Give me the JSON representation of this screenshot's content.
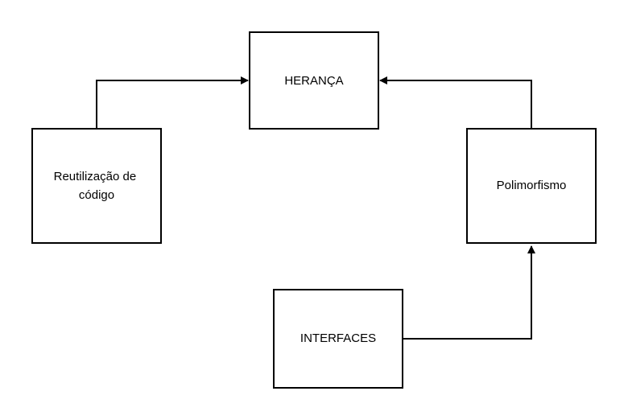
{
  "diagram": {
    "nodes": {
      "heranca": {
        "label": "HERANÇA"
      },
      "reutilizacao": {
        "label_lines": [
          "Reutilização de",
          "código"
        ]
      },
      "polimorfismo": {
        "label": "Polimorfismo"
      },
      "interfaces": {
        "label": "INTERFACES"
      }
    },
    "edges": [
      {
        "from": "reutilizacao",
        "to": "heranca"
      },
      {
        "from": "polimorfismo",
        "to": "heranca"
      },
      {
        "from": "interfaces",
        "to": "polimorfismo"
      }
    ],
    "colors": {
      "stroke": "#000000",
      "fill": "#ffffff"
    }
  }
}
